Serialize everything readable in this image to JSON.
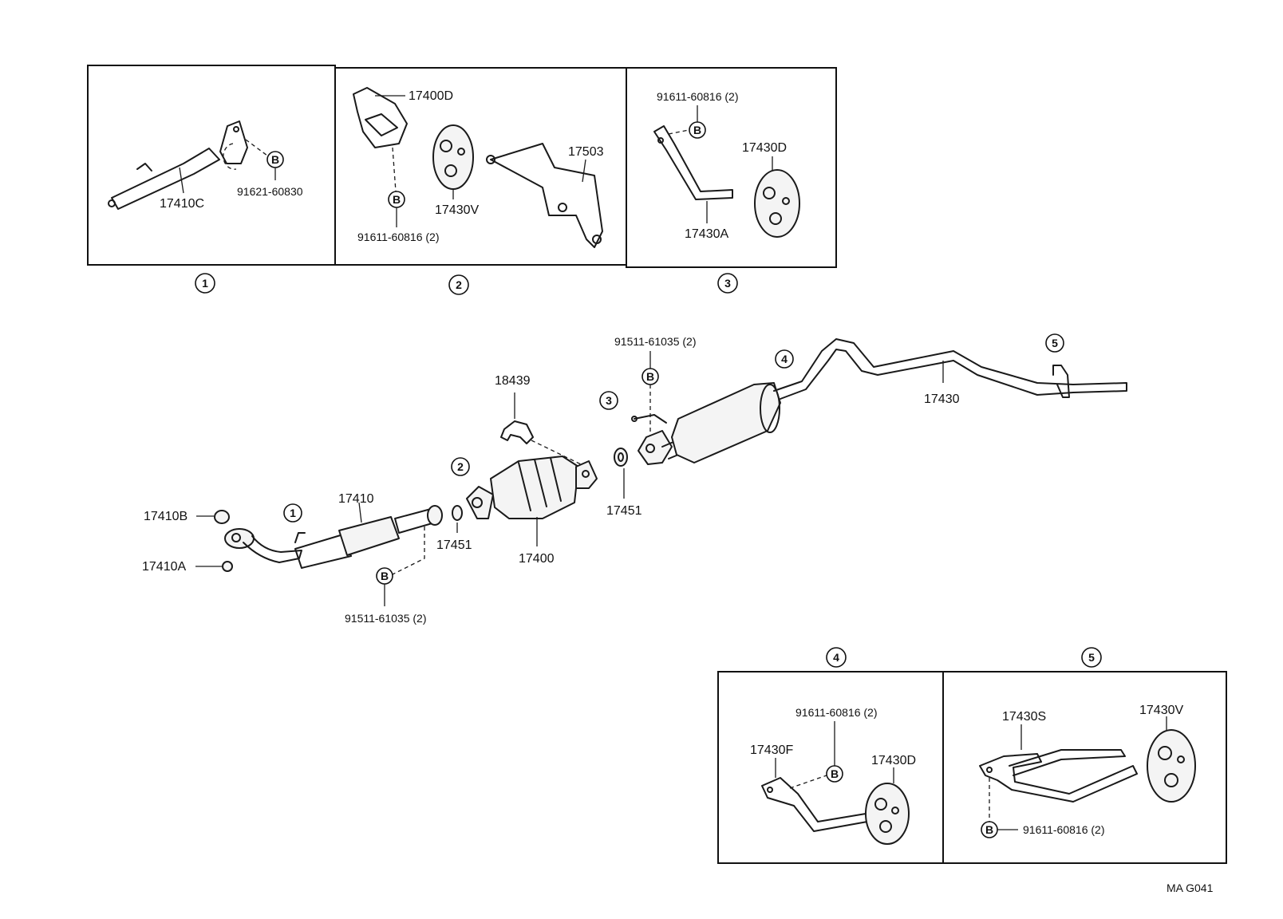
{
  "page_code": "MA G041",
  "callouts": {
    "c1": "1",
    "c2": "2",
    "c3": "3",
    "c4": "4",
    "c5": "5",
    "bolt": "B"
  },
  "parts": {
    "p17410C": "17410C",
    "p91621_60830": "91621-60830",
    "p17400D": "17400D",
    "p17430V": "17430V",
    "p17503": "17503",
    "p91611_60816_2": "91611-60816 (2)",
    "p17430D": "17430D",
    "p17430A": "17430A",
    "p91511_61035_2": "91511-61035 (2)",
    "p18439": "18439",
    "p17430": "17430",
    "p17451": "17451",
    "p17400": "17400",
    "p17410": "17410",
    "p17410B": "17410B",
    "p17410A": "17410A",
    "p17430F": "17430F",
    "p17430S": "17430S"
  }
}
